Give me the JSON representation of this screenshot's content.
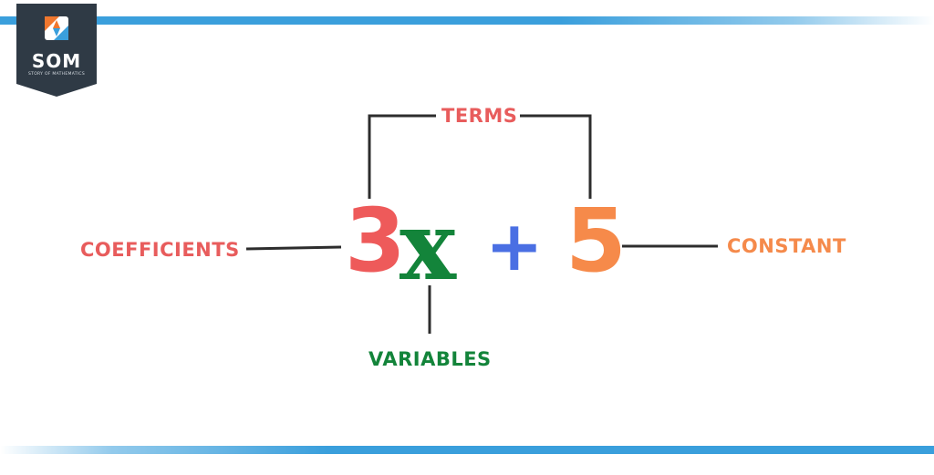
{
  "logo": {
    "text": "SOM",
    "subtitle": "STORY OF MATHEMATICS",
    "badge_color": "#2f3a45",
    "icon_colors": [
      "#f0772e",
      "#3a9fdc",
      "#ffffff"
    ]
  },
  "accent_stripe_color": "#3a9fdc",
  "expression": {
    "coefficient": "3",
    "variable": "x",
    "operator": "+",
    "constant": "5"
  },
  "labels": {
    "terms": "TERMS",
    "coefficients": "COEFFICIENTS",
    "variables": "VARIABLES",
    "constant": "CONSTANT"
  },
  "colors": {
    "coefficient": "#ee5a5a",
    "variable": "#13843a",
    "operator": "#4a6fe3",
    "constant": "#f68a4a",
    "connector": "#2d2d2d"
  }
}
